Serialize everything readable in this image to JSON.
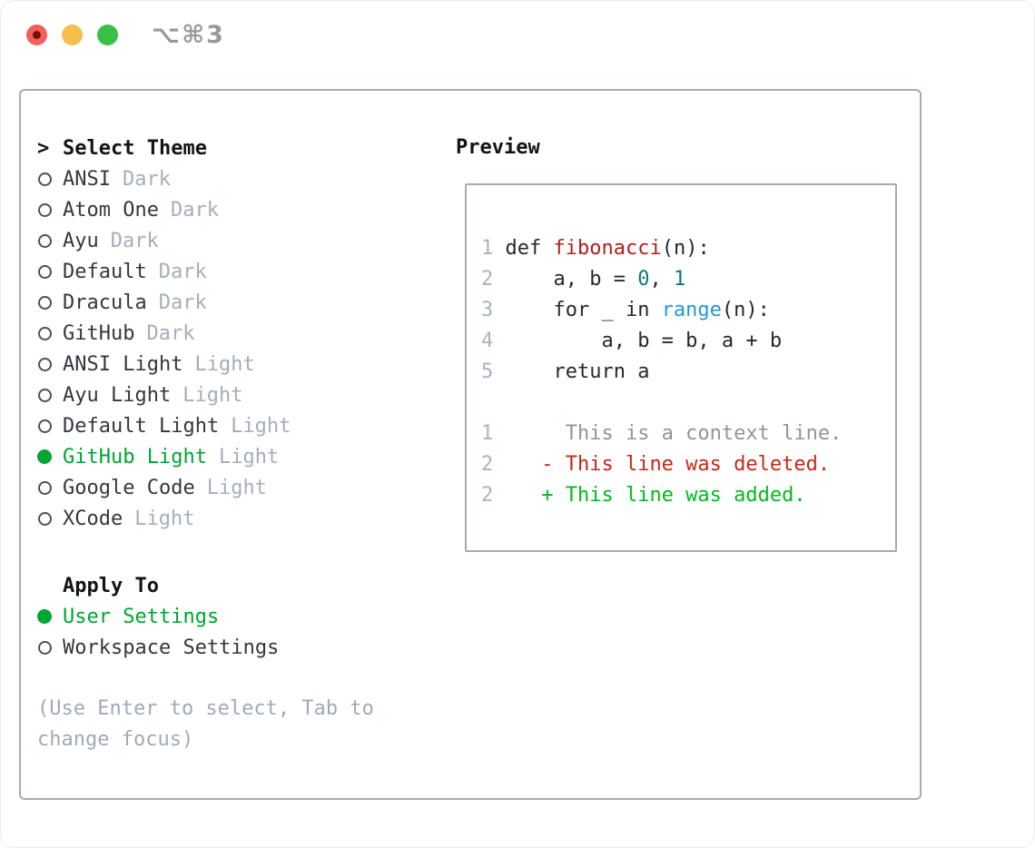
{
  "window": {
    "title_shortcut": "⌥⌘3",
    "traffic_lights": {
      "close_color": "#f2605a",
      "close_dot_color": "#7a100b",
      "minimize_color": "#f6bd4f",
      "maximize_color": "#3ac044"
    }
  },
  "theme_panel": {
    "header_marker": ">",
    "header_label": "Select Theme",
    "themes": [
      {
        "name": "ANSI",
        "tag": "Dark",
        "selected": false
      },
      {
        "name": "Atom One",
        "tag": "Dark",
        "selected": false
      },
      {
        "name": "Ayu",
        "tag": "Dark",
        "selected": false
      },
      {
        "name": "Default",
        "tag": "Dark",
        "selected": false
      },
      {
        "name": "Dracula",
        "tag": "Dark",
        "selected": false
      },
      {
        "name": "GitHub",
        "tag": "Dark",
        "selected": false
      },
      {
        "name": "ANSI Light",
        "tag": "Light",
        "selected": false
      },
      {
        "name": "Ayu Light",
        "tag": "Light",
        "selected": false
      },
      {
        "name": "Default Light",
        "tag": "Light",
        "selected": false
      },
      {
        "name": "GitHub Light",
        "tag": "Light",
        "selected": true
      },
      {
        "name": "Google Code",
        "tag": "Light",
        "selected": false
      },
      {
        "name": "XCode",
        "tag": "Light",
        "selected": false
      }
    ],
    "apply_to_label": "Apply To",
    "apply_options": [
      {
        "name": "User Settings",
        "selected": true
      },
      {
        "name": "Workspace Settings",
        "selected": false
      }
    ],
    "hint_line1": "(Use Enter to select, Tab to",
    "hint_line2": "change focus)"
  },
  "preview": {
    "label": "Preview",
    "lines": [
      [
        {
          "t": "1 ",
          "c": "ln"
        },
        {
          "t": "def ",
          "c": "pl"
        },
        {
          "t": "fibonacci",
          "c": "fn"
        },
        {
          "t": "(n):",
          "c": "pl"
        }
      ],
      [
        {
          "t": "2 ",
          "c": "ln"
        },
        {
          "t": "    a, b = ",
          "c": "pl"
        },
        {
          "t": "0",
          "c": "nu"
        },
        {
          "t": ", ",
          "c": "pl"
        },
        {
          "t": "1",
          "c": "nu"
        }
      ],
      [
        {
          "t": "3 ",
          "c": "ln"
        },
        {
          "t": "    for _ in ",
          "c": "pl"
        },
        {
          "t": "range",
          "c": "bi"
        },
        {
          "t": "(n):",
          "c": "pl"
        }
      ],
      [
        {
          "t": "4 ",
          "c": "ln"
        },
        {
          "t": "        a, b = b, a + b",
          "c": "pl"
        }
      ],
      [
        {
          "t": "5 ",
          "c": "ln"
        },
        {
          "t": "    return a",
          "c": "pl"
        }
      ],
      [],
      [
        {
          "t": "1 ",
          "c": "ln"
        },
        {
          "t": "     This is a context line.",
          "c": "ctx"
        }
      ],
      [
        {
          "t": "2 ",
          "c": "ln"
        },
        {
          "t": "   - This line was deleted.",
          "c": "del"
        }
      ],
      [
        {
          "t": "2 ",
          "c": "ln"
        },
        {
          "t": "   + This line was added.",
          "c": "add"
        }
      ]
    ]
  },
  "colors": {
    "accent_green": "#00a532",
    "added_green": "#00bb1f",
    "deleted_red": "#c9271a",
    "function_red": "#b01f1f",
    "number_teal": "#0e7878",
    "builtin_blue": "#2299d6",
    "muted_gray": "#a4aebb",
    "border_gray": "#a3abb5"
  }
}
